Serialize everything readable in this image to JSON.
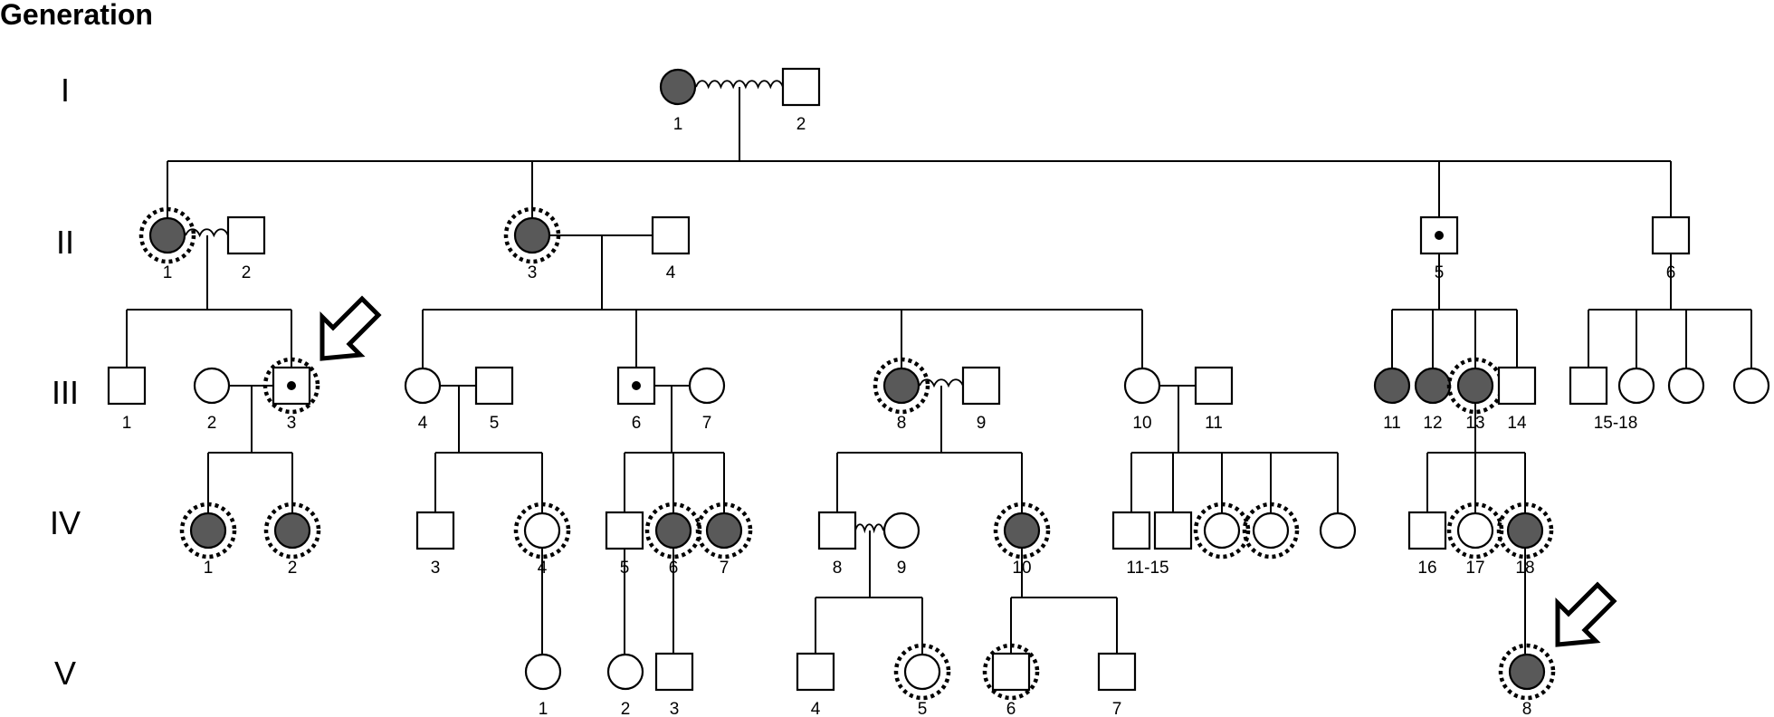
{
  "title": "Generation",
  "colors": {
    "affected": "#595959",
    "unaffected": "#ffffff",
    "line": "#000000"
  },
  "generations": [
    "I",
    "II",
    "III",
    "IV",
    "V"
  ],
  "individuals": [
    {
      "id": "I-1",
      "gen": "I",
      "label": "1",
      "sex": "female",
      "status": "affected"
    },
    {
      "id": "I-2",
      "gen": "I",
      "label": "2",
      "sex": "male",
      "status": "unaffected"
    },
    {
      "id": "II-1",
      "gen": "II",
      "label": "1",
      "sex": "female",
      "status": "affected",
      "ring": true
    },
    {
      "id": "II-2",
      "gen": "II",
      "label": "2",
      "sex": "male",
      "status": "unaffected"
    },
    {
      "id": "II-3",
      "gen": "II",
      "label": "3",
      "sex": "female",
      "status": "affected",
      "ring": true
    },
    {
      "id": "II-4",
      "gen": "II",
      "label": "4",
      "sex": "male",
      "status": "unaffected"
    },
    {
      "id": "II-5",
      "gen": "II",
      "label": "5",
      "sex": "male",
      "status": "carrier"
    },
    {
      "id": "II-6",
      "gen": "II",
      "label": "6",
      "sex": "male",
      "status": "unaffected"
    },
    {
      "id": "III-1",
      "gen": "III",
      "label": "1",
      "sex": "male",
      "status": "unaffected"
    },
    {
      "id": "III-2",
      "gen": "III",
      "label": "2",
      "sex": "female",
      "status": "unaffected"
    },
    {
      "id": "III-3",
      "gen": "III",
      "label": "3",
      "sex": "male",
      "status": "carrier",
      "ring": true,
      "proband": true
    },
    {
      "id": "III-4",
      "gen": "III",
      "label": "4",
      "sex": "female",
      "status": "unaffected"
    },
    {
      "id": "III-5",
      "gen": "III",
      "label": "5",
      "sex": "male",
      "status": "unaffected"
    },
    {
      "id": "III-6",
      "gen": "III",
      "label": "6",
      "sex": "male",
      "status": "carrier"
    },
    {
      "id": "III-7",
      "gen": "III",
      "label": "7",
      "sex": "female",
      "status": "unaffected"
    },
    {
      "id": "III-8",
      "gen": "III",
      "label": "8",
      "sex": "female",
      "status": "affected",
      "ring": true
    },
    {
      "id": "III-9",
      "gen": "III",
      "label": "9",
      "sex": "male",
      "status": "unaffected"
    },
    {
      "id": "III-10",
      "gen": "III",
      "label": "10",
      "sex": "female",
      "status": "unaffected"
    },
    {
      "id": "III-11",
      "gen": "III",
      "label": "11",
      "sex": "male",
      "status": "unaffected"
    },
    {
      "id": "III-11b",
      "gen": "III",
      "label": "11",
      "sex": "female",
      "status": "affected"
    },
    {
      "id": "III-12",
      "gen": "III",
      "label": "12",
      "sex": "female",
      "status": "affected"
    },
    {
      "id": "III-13",
      "gen": "III",
      "label": "13",
      "sex": "female",
      "status": "affected",
      "ring": true
    },
    {
      "id": "III-14",
      "gen": "III",
      "label": "14",
      "sex": "male",
      "status": "unaffected"
    },
    {
      "id": "III-15-18a",
      "gen": "III",
      "label": "15-18",
      "sex": "male",
      "status": "unaffected"
    },
    {
      "id": "III-15-18b",
      "gen": "III",
      "label": "",
      "sex": "female",
      "status": "unaffected"
    },
    {
      "id": "III-15-18c",
      "gen": "III",
      "label": "",
      "sex": "female",
      "status": "unaffected"
    },
    {
      "id": "III-15-18d",
      "gen": "III",
      "label": "",
      "sex": "female",
      "status": "unaffected"
    },
    {
      "id": "IV-1",
      "gen": "IV",
      "label": "1",
      "sex": "female",
      "status": "affected",
      "ring": true
    },
    {
      "id": "IV-2",
      "gen": "IV",
      "label": "2",
      "sex": "female",
      "status": "affected",
      "ring": true
    },
    {
      "id": "IV-3",
      "gen": "IV",
      "label": "3",
      "sex": "male",
      "status": "unaffected"
    },
    {
      "id": "IV-4",
      "gen": "IV",
      "label": "4",
      "sex": "female",
      "status": "unaffected",
      "ring": true
    },
    {
      "id": "IV-5",
      "gen": "IV",
      "label": "5",
      "sex": "male",
      "status": "unaffected"
    },
    {
      "id": "IV-6",
      "gen": "IV",
      "label": "6",
      "sex": "female",
      "status": "affected",
      "ring": true
    },
    {
      "id": "IV-7",
      "gen": "IV",
      "label": "7",
      "sex": "female",
      "status": "affected",
      "ring": true
    },
    {
      "id": "IV-8",
      "gen": "IV",
      "label": "8",
      "sex": "male",
      "status": "unaffected"
    },
    {
      "id": "IV-9",
      "gen": "IV",
      "label": "9",
      "sex": "female",
      "status": "unaffected"
    },
    {
      "id": "IV-10",
      "gen": "IV",
      "label": "10",
      "sex": "female",
      "status": "affected",
      "ring": true
    },
    {
      "id": "IV-11-15a",
      "gen": "IV",
      "label": "11-15",
      "sex": "male",
      "status": "unaffected"
    },
    {
      "id": "IV-11-15b",
      "gen": "IV",
      "label": "",
      "sex": "male",
      "status": "unaffected"
    },
    {
      "id": "IV-11-15c",
      "gen": "IV",
      "label": "",
      "sex": "female",
      "status": "unaffected",
      "ring": true
    },
    {
      "id": "IV-11-15d",
      "gen": "IV",
      "label": "",
      "sex": "female",
      "status": "unaffected",
      "ring": true
    },
    {
      "id": "IV-11-15e",
      "gen": "IV",
      "label": "",
      "sex": "female",
      "status": "unaffected"
    },
    {
      "id": "IV-16",
      "gen": "IV",
      "label": "16",
      "sex": "male",
      "status": "unaffected"
    },
    {
      "id": "IV-17",
      "gen": "IV",
      "label": "17",
      "sex": "female",
      "status": "unaffected",
      "ring": true
    },
    {
      "id": "IV-18",
      "gen": "IV",
      "label": "18",
      "sex": "female",
      "status": "affected",
      "ring": true
    },
    {
      "id": "V-1",
      "gen": "V",
      "label": "1",
      "sex": "female",
      "status": "unaffected"
    },
    {
      "id": "V-2",
      "gen": "V",
      "label": "2",
      "sex": "female",
      "status": "unaffected"
    },
    {
      "id": "V-3",
      "gen": "V",
      "label": "3",
      "sex": "male",
      "status": "unaffected"
    },
    {
      "id": "V-4",
      "gen": "V",
      "label": "4",
      "sex": "male",
      "status": "unaffected"
    },
    {
      "id": "V-5",
      "gen": "V",
      "label": "5",
      "sex": "female",
      "status": "unaffected",
      "ring": true
    },
    {
      "id": "V-6",
      "gen": "V",
      "label": "6",
      "sex": "male",
      "status": "unaffected",
      "ring": true
    },
    {
      "id": "V-7",
      "gen": "V",
      "label": "7",
      "sex": "male",
      "status": "unaffected"
    },
    {
      "id": "V-8",
      "gen": "V",
      "label": "8",
      "sex": "female",
      "status": "affected",
      "ring": true,
      "proband": true
    }
  ],
  "couples": [
    {
      "a": "I-1",
      "b": "I-2",
      "consanguineous": true
    },
    {
      "a": "II-1",
      "b": "II-2",
      "consanguineous": true
    },
    {
      "a": "II-3",
      "b": "II-4",
      "consanguineous": false
    },
    {
      "a": "III-2",
      "b": "III-3",
      "consanguineous": false
    },
    {
      "a": "III-4",
      "b": "III-5",
      "consanguineous": false
    },
    {
      "a": "III-6",
      "b": "III-7",
      "consanguineous": false
    },
    {
      "a": "III-8",
      "b": "III-9",
      "consanguineous": true
    },
    {
      "a": "III-10",
      "b": "III-11",
      "consanguineous": false
    },
    {
      "a": "IV-8",
      "b": "IV-9",
      "consanguineous": true
    }
  ],
  "sibships": [
    {
      "parents": [
        "I-1",
        "I-2"
      ],
      "children": [
        "II-1",
        "II-3",
        "II-5",
        "II-6"
      ]
    },
    {
      "parents": [
        "II-1",
        "II-2"
      ],
      "children": [
        "III-1",
        "III-3"
      ]
    },
    {
      "parents": [
        "II-3",
        "II-4"
      ],
      "children": [
        "III-4",
        "III-6",
        "III-8",
        "III-10"
      ]
    },
    {
      "parents": [
        "II-5"
      ],
      "children": [
        "III-11b",
        "III-12",
        "III-13",
        "III-14"
      ]
    },
    {
      "parents": [
        "II-6"
      ],
      "children": [
        "III-15-18a",
        "III-15-18b",
        "III-15-18c",
        "III-15-18d"
      ]
    },
    {
      "parents": [
        "III-2",
        "III-3"
      ],
      "children": [
        "IV-1",
        "IV-2"
      ]
    },
    {
      "parents": [
        "III-4",
        "III-5"
      ],
      "children": [
        "IV-3",
        "IV-4"
      ]
    },
    {
      "parents": [
        "III-6",
        "III-7"
      ],
      "children": [
        "IV-5",
        "IV-6",
        "IV-7"
      ]
    },
    {
      "parents": [
        "III-8",
        "III-9"
      ],
      "children": [
        "IV-8",
        "IV-10"
      ]
    },
    {
      "parents": [
        "III-10",
        "III-11"
      ],
      "children": [
        "IV-11-15a",
        "IV-11-15b",
        "IV-11-15c",
        "IV-11-15d",
        "IV-11-15e"
      ]
    },
    {
      "parents": [
        "III-13"
      ],
      "children": [
        "IV-16",
        "IV-17",
        "IV-18"
      ]
    },
    {
      "parents": [
        "IV-4"
      ],
      "children": [
        "V-1"
      ]
    },
    {
      "parents": [
        "IV-5"
      ],
      "children": [
        "V-2"
      ]
    },
    {
      "parents": [
        "IV-6"
      ],
      "children": [
        "V-3"
      ]
    },
    {
      "parents": [
        "IV-8",
        "IV-9"
      ],
      "children": [
        "V-4",
        "V-5"
      ]
    },
    {
      "parents": [
        "IV-10"
      ],
      "children": [
        "V-6",
        "V-7"
      ]
    },
    {
      "parents": [
        "IV-18"
      ],
      "children": [
        "V-8"
      ]
    }
  ]
}
